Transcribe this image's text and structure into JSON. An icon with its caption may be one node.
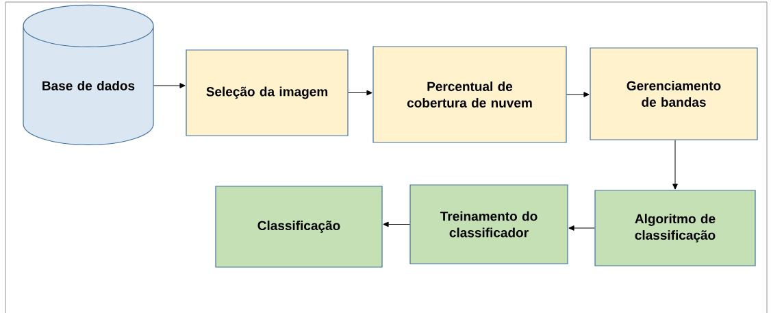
{
  "diagram": {
    "nodes": [
      {
        "text": [
          "Base de dados"
        ]
      },
      {
        "text": [
          "Seleção da imagem"
        ]
      },
      {
        "text": [
          "Percentual de cobertura de nuvem"
        ]
      },
      {
        "text": [
          "Gerenciamento de bandas"
        ]
      },
      {
        "text": [
          "Algoritmo de classificação"
        ]
      },
      {
        "text": [
          "Treinamento do classificador"
        ]
      },
      {
        "text": [
          "Classificação"
        ]
      }
    ],
    "edges": [
      {
        "from": 0,
        "to": 1,
        "arrow": "to"
      },
      {
        "from": 1,
        "to": 2,
        "arrow": "to"
      },
      {
        "from": 2,
        "to": 3,
        "arrow": "to"
      },
      {
        "from": 3,
        "to": 4,
        "arrow": "to"
      },
      {
        "from": 4,
        "to": 5,
        "arrow": "to"
      },
      {
        "from": 5,
        "to": 6,
        "arrow": "to"
      }
    ]
  }
}
